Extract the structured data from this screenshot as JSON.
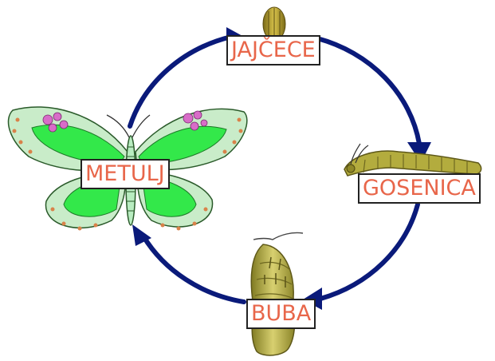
{
  "stages": {
    "egg": "JAJČECE",
    "caterpillar": "GOSENICA",
    "pupa": "BUBA",
    "butterfly": "METULJ"
  },
  "colors": {
    "cycle_arrow": "#0a1a7a",
    "label_text": "#e8664a",
    "label_border": "#222222",
    "wing_green": "#33e84a",
    "wing_pale": "#c9ecc9",
    "wing_pink": "#d86cc8",
    "pupa_olive": "#b8b44a",
    "caterpillar_olive": "#9a9430"
  }
}
